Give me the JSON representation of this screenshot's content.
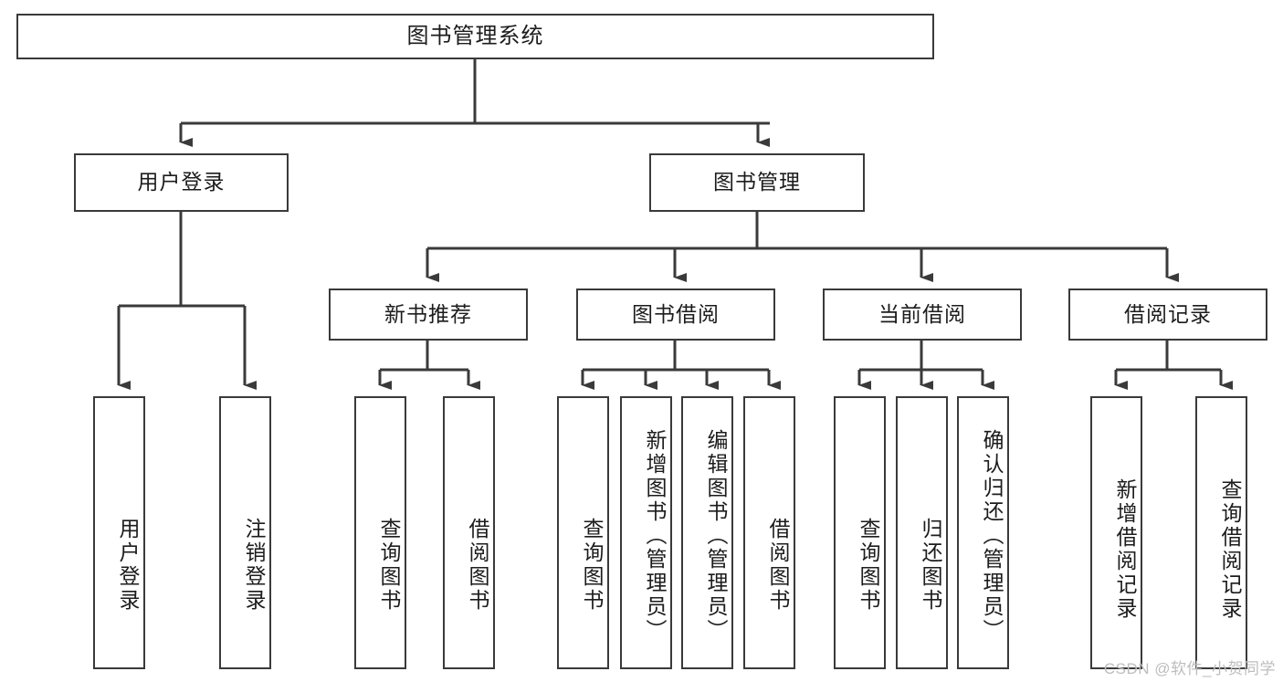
{
  "diagram": {
    "type": "tree",
    "title": "图书管理系统",
    "root": {
      "label": "图书管理系统"
    },
    "level2": [
      {
        "label": "用户登录"
      },
      {
        "label": "图书管理"
      }
    ],
    "level3": [
      {
        "label": "新书推荐"
      },
      {
        "label": "图书借阅"
      },
      {
        "label": "当前借阅"
      },
      {
        "label": "借阅记录"
      }
    ],
    "leaves": {
      "user_login": [
        {
          "label": "用户登录"
        },
        {
          "label": "注销登录"
        }
      ],
      "new_book_recommend": [
        {
          "label": "查询图书"
        },
        {
          "label": "借阅图书"
        }
      ],
      "book_borrow": [
        {
          "label": "查询图书"
        },
        {
          "label": "新增图书（管理员）"
        },
        {
          "label": "编辑图书（管理员）"
        },
        {
          "label": "借阅图书"
        }
      ],
      "current_borrow": [
        {
          "label": "查询图书"
        },
        {
          "label": "归还图书"
        },
        {
          "label": "确认归还（管理员）"
        }
      ],
      "borrow_record": [
        {
          "label": "新增借阅记录"
        },
        {
          "label": "查询借阅记录"
        }
      ]
    }
  },
  "watermark": {
    "text": "CSDN @软件_小贺同学"
  },
  "colors": {
    "stroke": "#3a3a3a",
    "background": "#ffffff",
    "text": "#1c1c1c",
    "watermark": "#bdbdbd"
  }
}
